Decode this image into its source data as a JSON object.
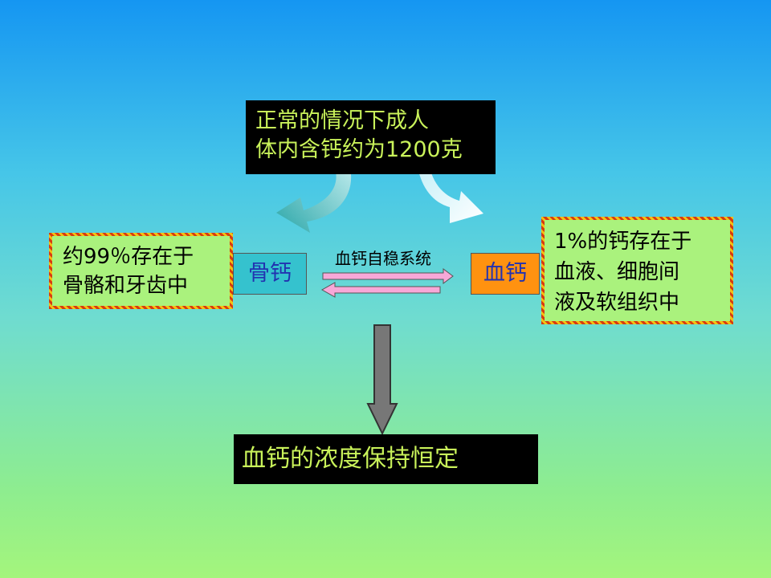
{
  "top_box": {
    "line1": "正常的情况下成人",
    "line2": "体内含钙约为1200克"
  },
  "left_note": {
    "line1": "约99％存在于",
    "line2": "骨骼和牙齿中"
  },
  "bone_tag": "骨钙",
  "system_label": "血钙自稳系统",
  "blood_tag": "血钙",
  "right_note": {
    "line1": "1%的钙存在于",
    "line2": "血液、细胞间",
    "line3": "液及软组织中"
  },
  "bottom_box": "血钙的浓度保持恒定",
  "colors": {
    "box_text": "#c9f25a",
    "bone_tag_bg": "#35c2ce",
    "blood_tag_bg": "#ff9210",
    "exchange_arrows": "#f7a8d8",
    "down_arrow": "#777777"
  }
}
